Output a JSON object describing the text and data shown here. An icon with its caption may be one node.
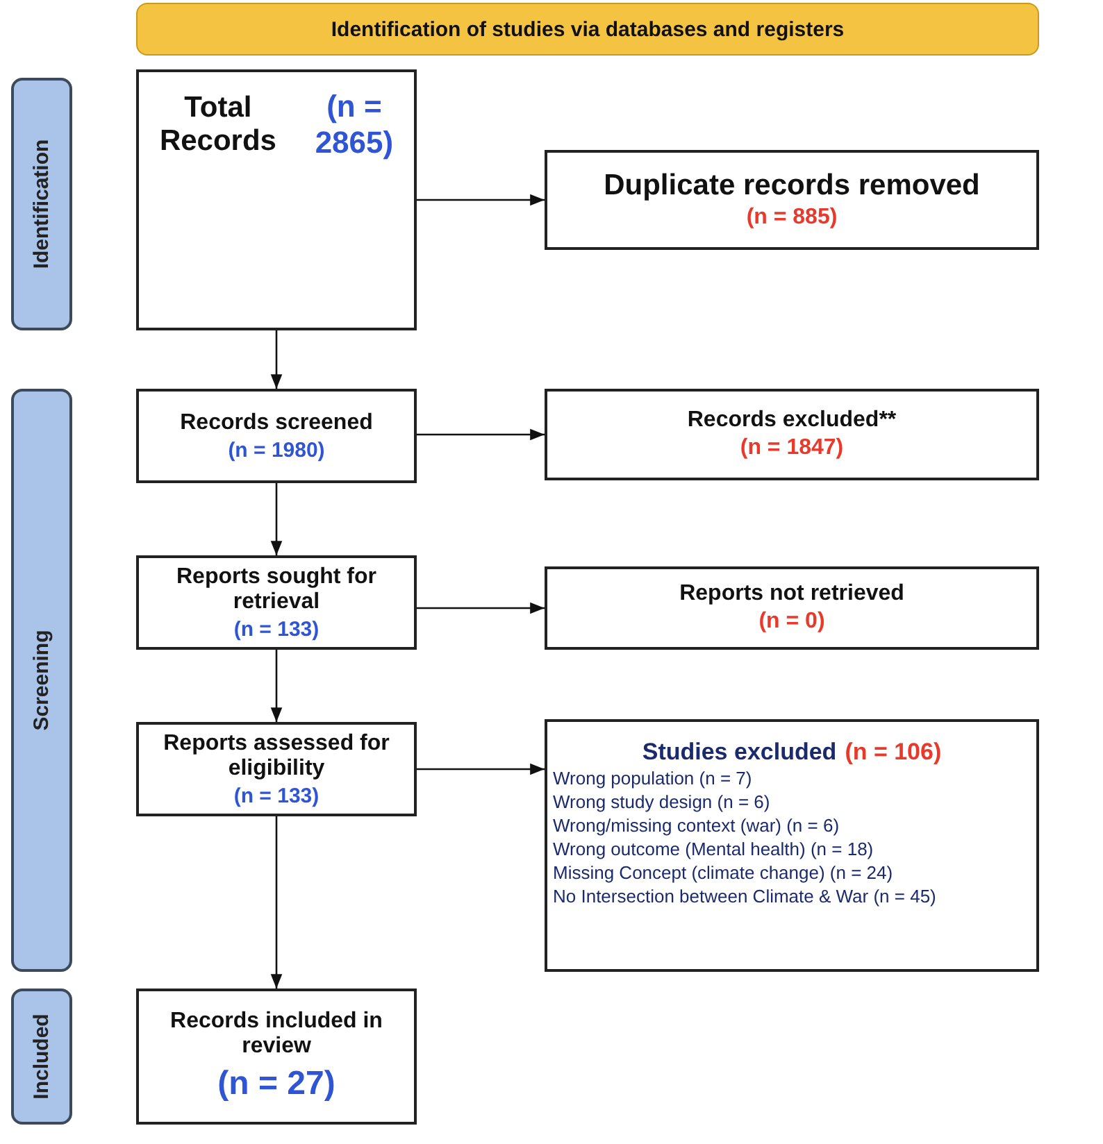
{
  "diagram": {
    "nodes": [
      {
        "text": [
          "Identification of studies via databases and registers"
        ]
      },
      {
        "text": [
          "Identification"
        ]
      },
      {
        "text": [
          "Total Records",
          "(n = 2865)"
        ]
      },
      {
        "text": [
          "Duplicate records removed",
          "(n = 885)"
        ]
      },
      {
        "text": [
          "Screening"
        ]
      },
      {
        "text": [
          "Records screened",
          "(n = 1980)"
        ]
      },
      {
        "text": [
          "Records excluded**",
          "(n = 1847)"
        ]
      },
      {
        "text": [
          "Reports sought for retrieval",
          "(n = 133)"
        ]
      },
      {
        "text": [
          "Reports not retrieved",
          "(n = 0)"
        ]
      },
      {
        "text": [
          "Reports assessed for eligibility",
          "(n = 133)"
        ]
      },
      {
        "text": [
          "Studies excluded",
          "(n = 106)",
          "Wrong population (n = 7)",
          "Wrong study design (n = 6)",
          "Wrong/missing context (war) (n = 6)",
          "Wrong outcome (Mental health) (n = 18)",
          "Missing Concept (climate change) (n = 24)",
          "No Intersection between Climate & War (n = 45)"
        ]
      },
      {
        "text": [
          "Included"
        ]
      },
      {
        "text": [
          "Records included in review",
          "(n = 27)"
        ]
      }
    ],
    "edges": [
      {
        "from": 2,
        "to": 3,
        "arrow": "to"
      },
      {
        "from": 2,
        "to": 5,
        "arrow": "to"
      },
      {
        "from": 5,
        "to": 6,
        "arrow": "to"
      },
      {
        "from": 5,
        "to": 7,
        "arrow": "to"
      },
      {
        "from": 7,
        "to": 8,
        "arrow": "to"
      },
      {
        "from": 7,
        "to": 9,
        "arrow": "to"
      },
      {
        "from": 9,
        "to": 10,
        "arrow": "to"
      },
      {
        "from": 9,
        "to": 12,
        "arrow": "to"
      }
    ]
  }
}
